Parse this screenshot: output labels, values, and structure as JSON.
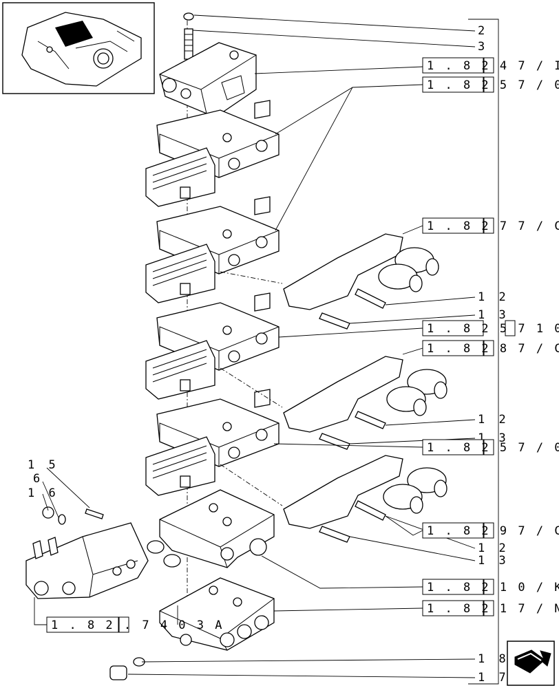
{
  "callouts": {
    "c2": "2",
    "c3": "3",
    "c12a": "1 2",
    "c13a": "1 3",
    "c12b": "1 2",
    "c13b": "1 3",
    "c12c": "1 2",
    "c13c": "1 3",
    "c15": "1 5",
    "c6": "6",
    "c16": "1 6",
    "c18": "1 8",
    "c17": "1 7"
  },
  "refs": {
    "r1": "1 . 8 2 4 7 / I",
    "r2": "1 . 8 2 5 7 / 0",
    "r3": "1 . 8 2 7 7 / C",
    "r4": "1 . 8 2 5 7 1 0",
    "r5": "1 . 8 2 8 7 / C",
    "r6": "1 . 8 2 5 7 / 0",
    "r7": "1 . 8 2 9 7 / C",
    "r8": "1 . 8 2 1 0 / K",
    "r9": "1 . 8 2 1 7 / N",
    "r10": "1 . 8 2 . 7 4 0 3 A"
  },
  "icons": {
    "thumbnail": "valve-assembly-thumbnail-icon",
    "next_page": "next-page-arrow-icon"
  }
}
